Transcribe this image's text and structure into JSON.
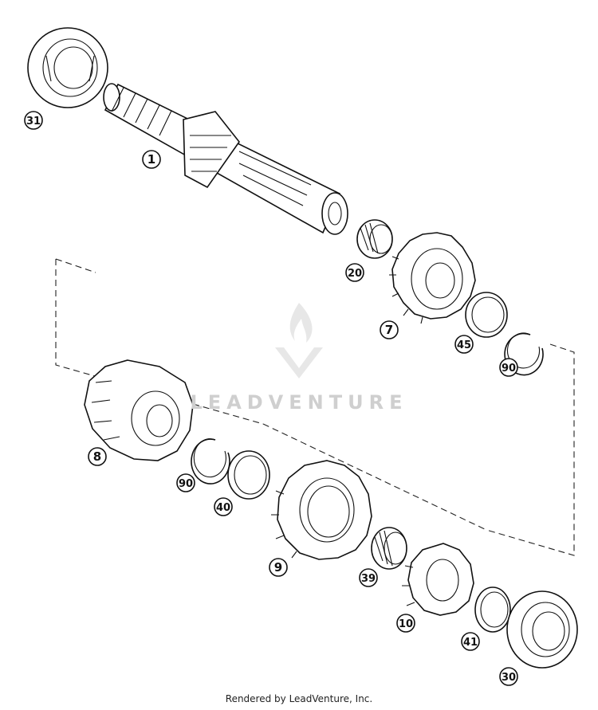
{
  "callouts": [
    "31",
    "1",
    "20",
    "7",
    "45",
    "90",
    "8",
    "90",
    "40",
    "9",
    "39",
    "10",
    "41",
    "30"
  ],
  "watermark": {
    "text": "LEADVENTURE",
    "logo": "leadventure-flame-logo"
  },
  "footer": "Rendered by LeadVenture, Inc."
}
